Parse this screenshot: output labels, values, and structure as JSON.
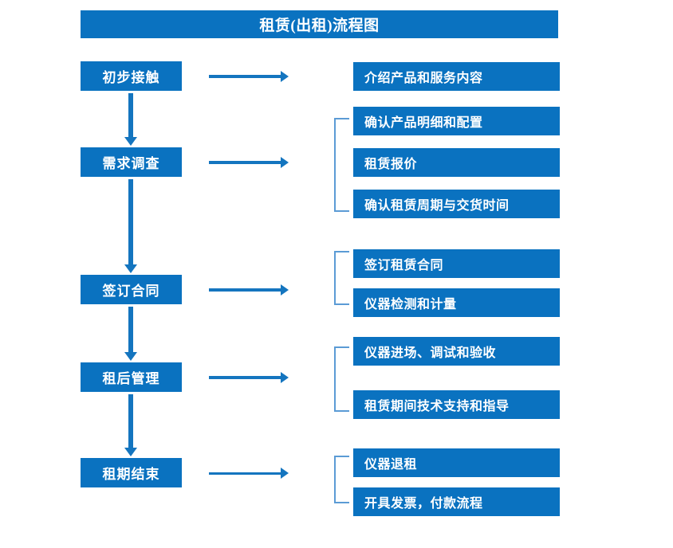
{
  "diagram": {
    "title": "租赁(出租)流程图",
    "colors": {
      "box_blue": "#0a72c0",
      "arrow_blue": "#1475bf",
      "bracket_blue": "#5b9bd5",
      "text_white": "#ffffff",
      "background": "#ffffff"
    },
    "stages": [
      {
        "label": "初步接触"
      },
      {
        "label": "需求调查"
      },
      {
        "label": "签订合同"
      },
      {
        "label": "租后管理"
      },
      {
        "label": "租期结束"
      }
    ],
    "detail_groups": [
      {
        "stage": "初步接触",
        "bracketed": false,
        "items": [
          {
            "label": "介绍产品和服务内容"
          }
        ]
      },
      {
        "stage": "需求调查",
        "bracketed": true,
        "items": [
          {
            "label": "确认产品明细和配置"
          },
          {
            "label": "租赁报价"
          },
          {
            "label": "确认租赁周期与交货时间"
          }
        ]
      },
      {
        "stage": "签订合同",
        "bracketed": true,
        "items": [
          {
            "label": "签订租赁合同"
          },
          {
            "label": "仪器检测和计量"
          }
        ]
      },
      {
        "stage": "租后管理",
        "bracketed": true,
        "items": [
          {
            "label": "仪器进场、调试和验收"
          },
          {
            "label": "租赁期间技术支持和指导"
          }
        ]
      },
      {
        "stage": "租期结束",
        "bracketed": true,
        "items": [
          {
            "label": "仪器退租"
          },
          {
            "label": "开具发票，付款流程"
          }
        ]
      }
    ],
    "connectors": {
      "stage_to_stage_arrow": "down-arrow",
      "stage_to_detail_arrow": "right-arrow"
    }
  }
}
